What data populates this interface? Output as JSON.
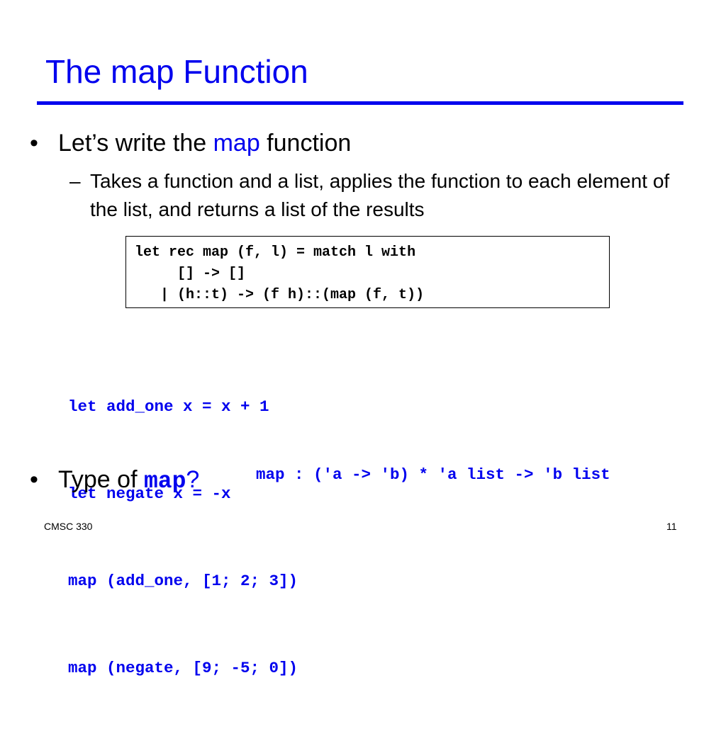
{
  "slide": {
    "title": "The map Function",
    "bullet1": {
      "marker": "•",
      "pre": "Let’s write the ",
      "highlight": "map",
      "post": " function"
    },
    "sub1": {
      "dash": "–",
      "text": "Takes a function and a list, applies the function to each element of the list, and returns a list of the results"
    },
    "code_box": [
      "let rec map (f, l) = match l with",
      "     [] -> []",
      "   | (h::t) -> (f h)::(map (f, t))"
    ],
    "examples": [
      "let add_one x = x + 1",
      "let negate x = -x",
      "map (add_one, [1; 2; 3])",
      "map (negate, [9; -5; 0])"
    ],
    "bullet2": {
      "marker": "•",
      "pre": "Type of ",
      "code": "map",
      "post": "?"
    },
    "type_signature": "map : ('a -> 'b) * 'a list -> 'b list",
    "footer_left": "CMSC 330",
    "footer_right": "11"
  },
  "colors": {
    "accent": "#0000ee",
    "text": "#000000",
    "background": "#ffffff"
  }
}
